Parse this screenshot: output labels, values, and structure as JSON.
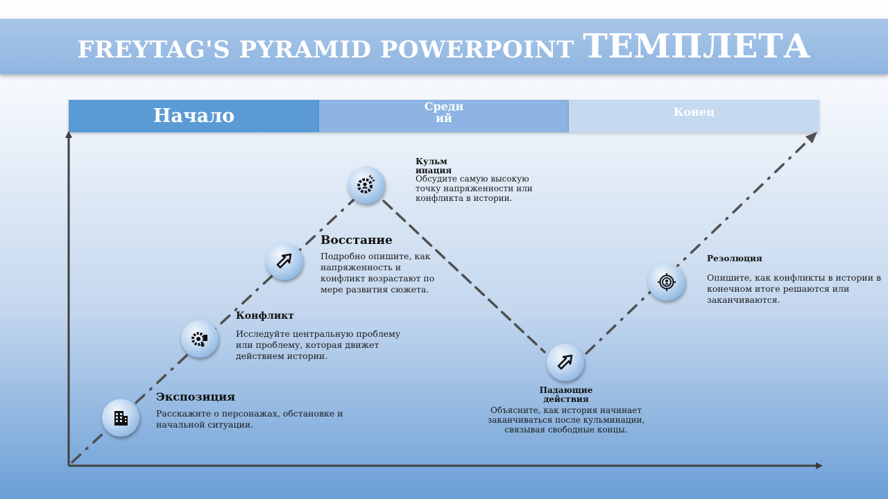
{
  "title": {
    "main": "FREYTAG'S PYRAMID POWERPOINT ",
    "emph": "ТЕМПЛЕТА"
  },
  "phases": [
    "Начало",
    "Средний",
    "Конец"
  ],
  "stages": [
    {
      "title": "Экспозиция",
      "desc": "Расскажите о персонажах, обстановке и начальной ситуации.",
      "icon": "building-icon"
    },
    {
      "title": "Конфликт",
      "desc": "Исследуйте центральную проблему или проблему, которая движет действием истории.",
      "icon": "gear-person-icon"
    },
    {
      "title": "Восстание",
      "desc": "Подробно опишите, как напряженность и конфликт возрастают по мере развития сюжета.",
      "icon": "arrow-up-right-icon"
    },
    {
      "title": "Кульминация",
      "desc": "Обсудите самую высокую точку напряженности или конфликта в истории.",
      "icon": "gear-user-icon"
    },
    {
      "title": "Падающие действия",
      "desc": "Объясните, как история начинает заканчиваться после кульминации, связывая свободные концы.",
      "icon": "arrow-up-right-icon"
    },
    {
      "title": "Резолюция",
      "desc": "Опишите, как конфликты в истории в конечном итоге решаются или заканчиваются.",
      "icon": "target-person-icon"
    }
  ]
}
